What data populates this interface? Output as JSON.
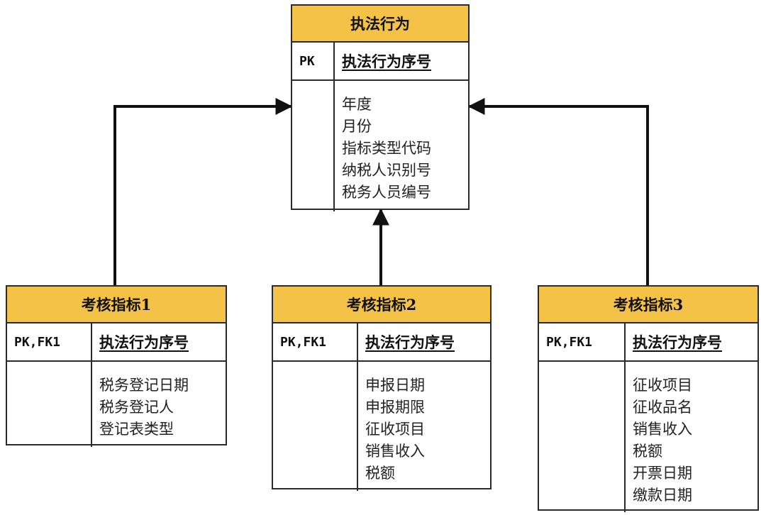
{
  "entities": {
    "root": {
      "title": "执法行为",
      "pk_label": "PK",
      "pk_field": "执法行为序号",
      "attributes": [
        "年度",
        "月份",
        "指标类型代码",
        "纳税人识别号",
        "税务人员编号"
      ]
    },
    "child1": {
      "title": "考核指标1",
      "pk_label": "PK,FK1",
      "pk_field": "执法行为序号",
      "attributes": [
        "税务登记日期",
        "税务登记人",
        "登记表类型"
      ]
    },
    "child2": {
      "title": "考核指标2",
      "pk_label": "PK,FK1",
      "pk_field": "执法行为序号",
      "attributes": [
        "申报日期",
        "申报期限",
        "征收项目",
        "销售收入",
        "税额"
      ]
    },
    "child3": {
      "title": "考核指标3",
      "pk_label": "PK,FK1",
      "pk_field": "执法行为序号",
      "attributes": [
        "征收项目",
        "征收品名",
        "销售收入",
        "税额",
        "开票日期",
        "缴款日期"
      ]
    }
  },
  "colors": {
    "header_fill": "#f4c247",
    "border": "#2b2b2b",
    "connector": "#111111"
  }
}
